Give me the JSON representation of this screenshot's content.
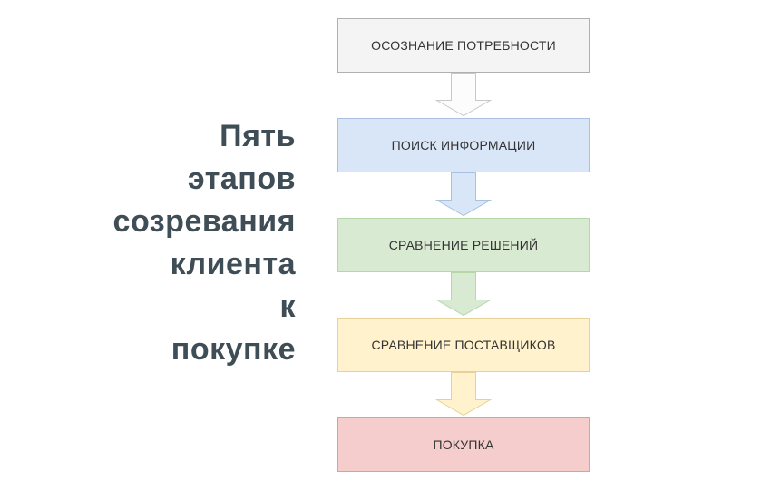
{
  "title": {
    "lines": [
      "Пять",
      "этапов",
      "созревания",
      "клиента",
      "к",
      "покупке"
    ],
    "color": "#3f4d56"
  },
  "flow": {
    "stages": [
      {
        "label": "ОСОЗНАНИЕ ПОТРЕБНОСТИ",
        "fill": "#f4f4f4",
        "border": "#b0b0b0",
        "arrow_fill": "#fcfcfc",
        "arrow_border": "#c8c8c8"
      },
      {
        "label": "ПОИСК ИНФОРМАЦИИ",
        "fill": "#d9e6f7",
        "border": "#a9c1de",
        "arrow_fill": "#d9e6f7",
        "arrow_border": "#a9c1de"
      },
      {
        "label": "СРАВНЕНИЕ РЕШЕНИЙ",
        "fill": "#d9ead3",
        "border": "#b6d7a8",
        "arrow_fill": "#d9ead3",
        "arrow_border": "#b6d7a8"
      },
      {
        "label": "СРАВНЕНИЕ ПОСТАВЩИКОВ",
        "fill": "#fff2cc",
        "border": "#e7d198",
        "arrow_fill": "#fff2cc",
        "arrow_border": "#e7d198"
      },
      {
        "label": "ПОКУПКА",
        "fill": "#f5cdcd",
        "border": "#dd9e9e",
        "arrow_fill": "#f5cdcd",
        "arrow_border": "#dd9e9e"
      }
    ]
  }
}
